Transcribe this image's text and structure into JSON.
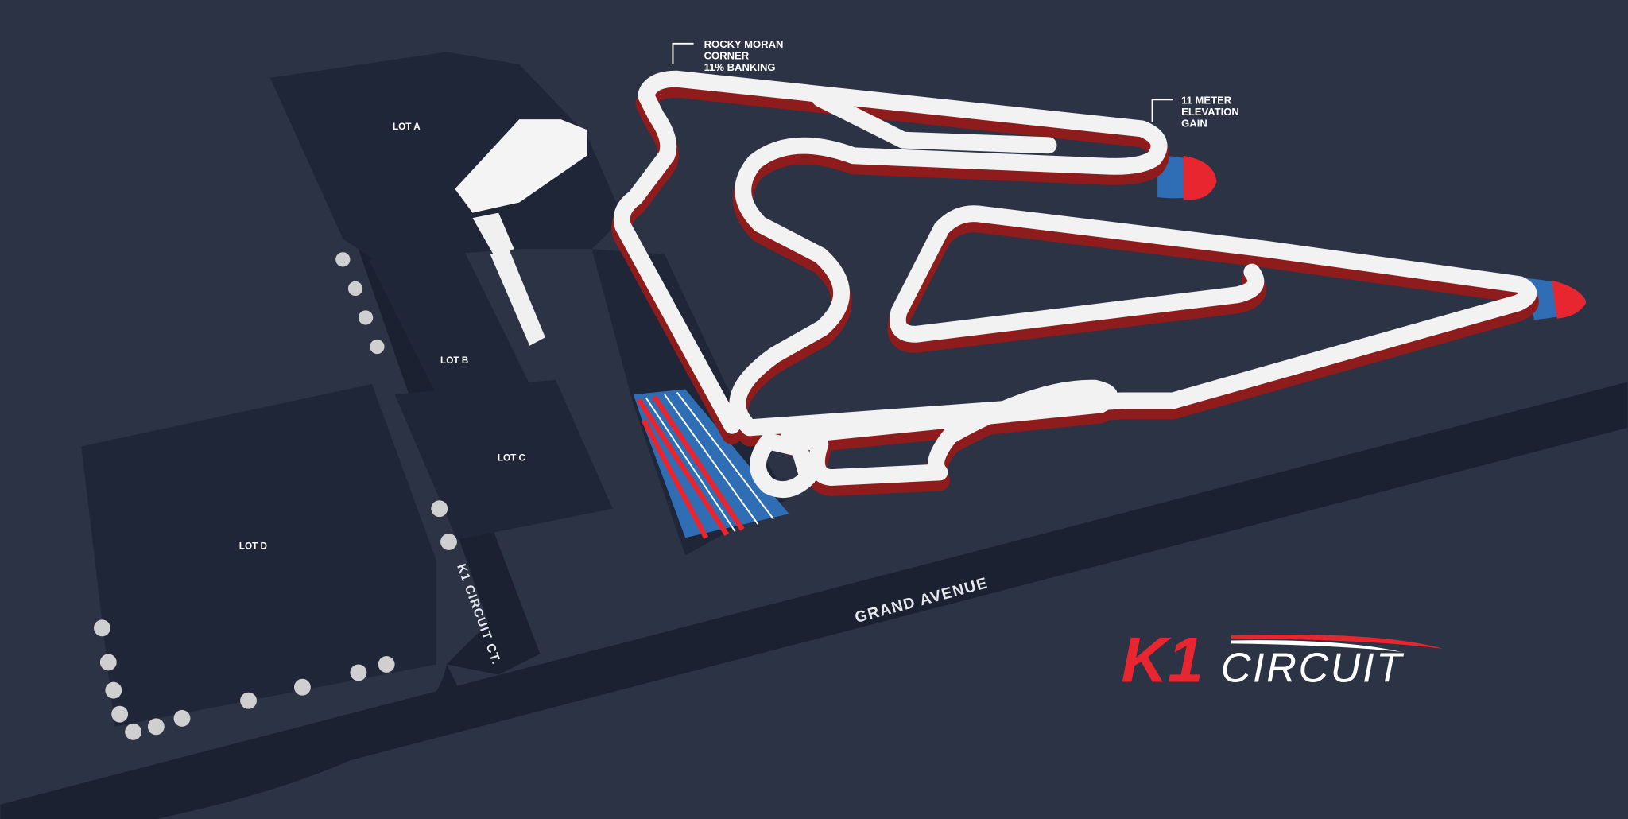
{
  "map": {
    "lots": [
      {
        "label": "LOT A"
      },
      {
        "label": "LOT B"
      },
      {
        "label": "LOT C"
      },
      {
        "label": "LOT D"
      }
    ],
    "roads": {
      "main": "GRAND AVENUE",
      "side": "K1 CIRCUIT CT."
    },
    "annotations": [
      {
        "lines": [
          "ROCKY MORAN",
          "CORNER",
          "11% BANKING"
        ]
      },
      {
        "lines": [
          "11 METER",
          "ELEVATION",
          "GAIN"
        ]
      }
    ],
    "logo": {
      "text": "K1 CIRCUIT",
      "part1": "K1",
      "part2": "CIRCUIT"
    },
    "colors": {
      "background": "#2b3345",
      "lot": "#1f2638",
      "road": "#1b2130",
      "track": "#f2f2f2",
      "track_wall": "#8e1c1c",
      "curb_red": "#e8262f",
      "curb_blue": "#2f6db5",
      "tree": "#cfcfcf",
      "building": "#f4f4f4"
    }
  }
}
